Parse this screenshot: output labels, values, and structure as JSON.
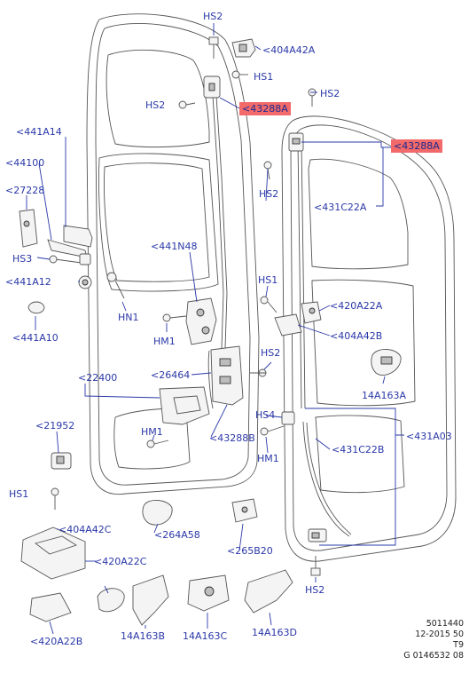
{
  "labels": {
    "hs2_top": "HS2",
    "p404a42a": "<404A42A",
    "hs1_top": "HS1",
    "hs2_a": "HS2",
    "p43288a_left": "<43288A",
    "hs2_right_top": "HS2",
    "p43288a_right": "<43288A",
    "p441a14": "<441A14",
    "p44100": "<44100",
    "p27228": "<27228",
    "hs3": "HS3",
    "p441a12": "<441A12",
    "p441a10": "<441A10",
    "hs2_b": "HS2",
    "p431c22a": "<431C22A",
    "p441n48": "<441N48",
    "hn1": "HN1",
    "hm1_a": "HM1",
    "hs1_mid": "HS1",
    "p420a22a": "<420A22A",
    "p404a42b": "<404A42B",
    "p14a163a": "14A163A",
    "hs2_c": "HS2",
    "p22400": "<22400",
    "p26464": "<26464",
    "hs4": "HS4",
    "p431a03": "<431A03",
    "p21952": "<21952",
    "hm1_b": "HM1",
    "p43288b": "<43288B",
    "hm1_c": "HM1",
    "p431c22b": "<431C22B",
    "hs1_low": "HS1",
    "p404a42c": "<404A42C",
    "p264a58": "<264A58",
    "p265b20": "<265B20",
    "p420a22c": "<420A22C",
    "hs2_bottom": "HS2",
    "p420a22b": "<420A22B",
    "p14a163b": "14A163B",
    "p14a163c": "14A163C",
    "p14a163d": "14A163D"
  },
  "reference": {
    "line1": "5011440",
    "line2": "12-2015 50",
    "line3": "T9",
    "line4": "G 0146532 08"
  },
  "colors": {
    "label": "#2a38a8",
    "highlight": "#f26a6a",
    "linework": "#555555"
  }
}
